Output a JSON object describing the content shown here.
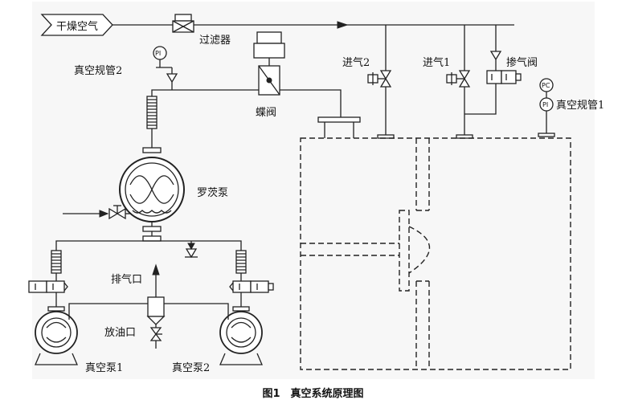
{
  "labels": {
    "dry_air": "干燥空气",
    "filter": "过滤器",
    "gauge2": "真空规管2",
    "butterfly": "蝶阀",
    "inlet2": "进气2",
    "inlet1": "进气1",
    "mix_valve": "掺气阀",
    "gauge1": "真空规管1",
    "roots_pump": "罗茨泵",
    "exhaust": "排气口",
    "drain": "放油口",
    "pump1": "真空泵1",
    "pump2": "真空泵2"
  },
  "gauge_marks": {
    "pi": "PI",
    "pc": "PC"
  },
  "caption": "图1　真空系统原理图"
}
